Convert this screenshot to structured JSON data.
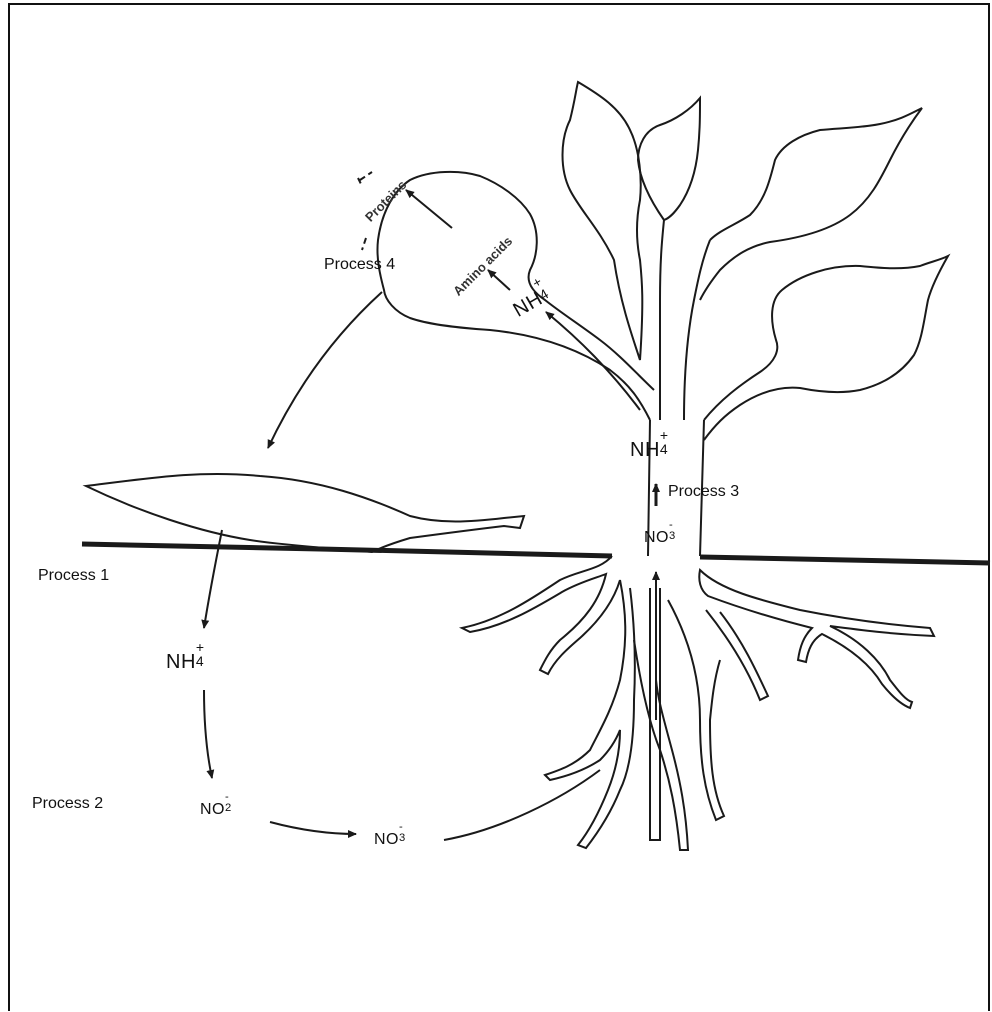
{
  "labels": {
    "process_1": "Process 1",
    "process_2": "Process 2",
    "process_3": "Process 3",
    "process_4": "Process 4",
    "proteins": "Proteins",
    "amino_acids": "Amino acids"
  },
  "chemicals": {
    "ammonium_soil": {
      "base": "NH",
      "sub": "4",
      "sup": "+"
    },
    "nitrite": {
      "base": "NO",
      "sub": "2",
      "sup": "-"
    },
    "nitrate_soil": {
      "base": "NO",
      "sub": "3",
      "sup": "-"
    },
    "nitrate_root": {
      "base": "NO",
      "sub": "3",
      "sup": "-"
    },
    "ammonium_stem": {
      "base": "NH",
      "sub": "4",
      "sup": "+"
    },
    "ammonium_leaf": {
      "base": "NH",
      "sub": "4",
      "sup": "+"
    }
  },
  "colors": {
    "line": "#1a1a1a",
    "background": "#ffffff"
  }
}
